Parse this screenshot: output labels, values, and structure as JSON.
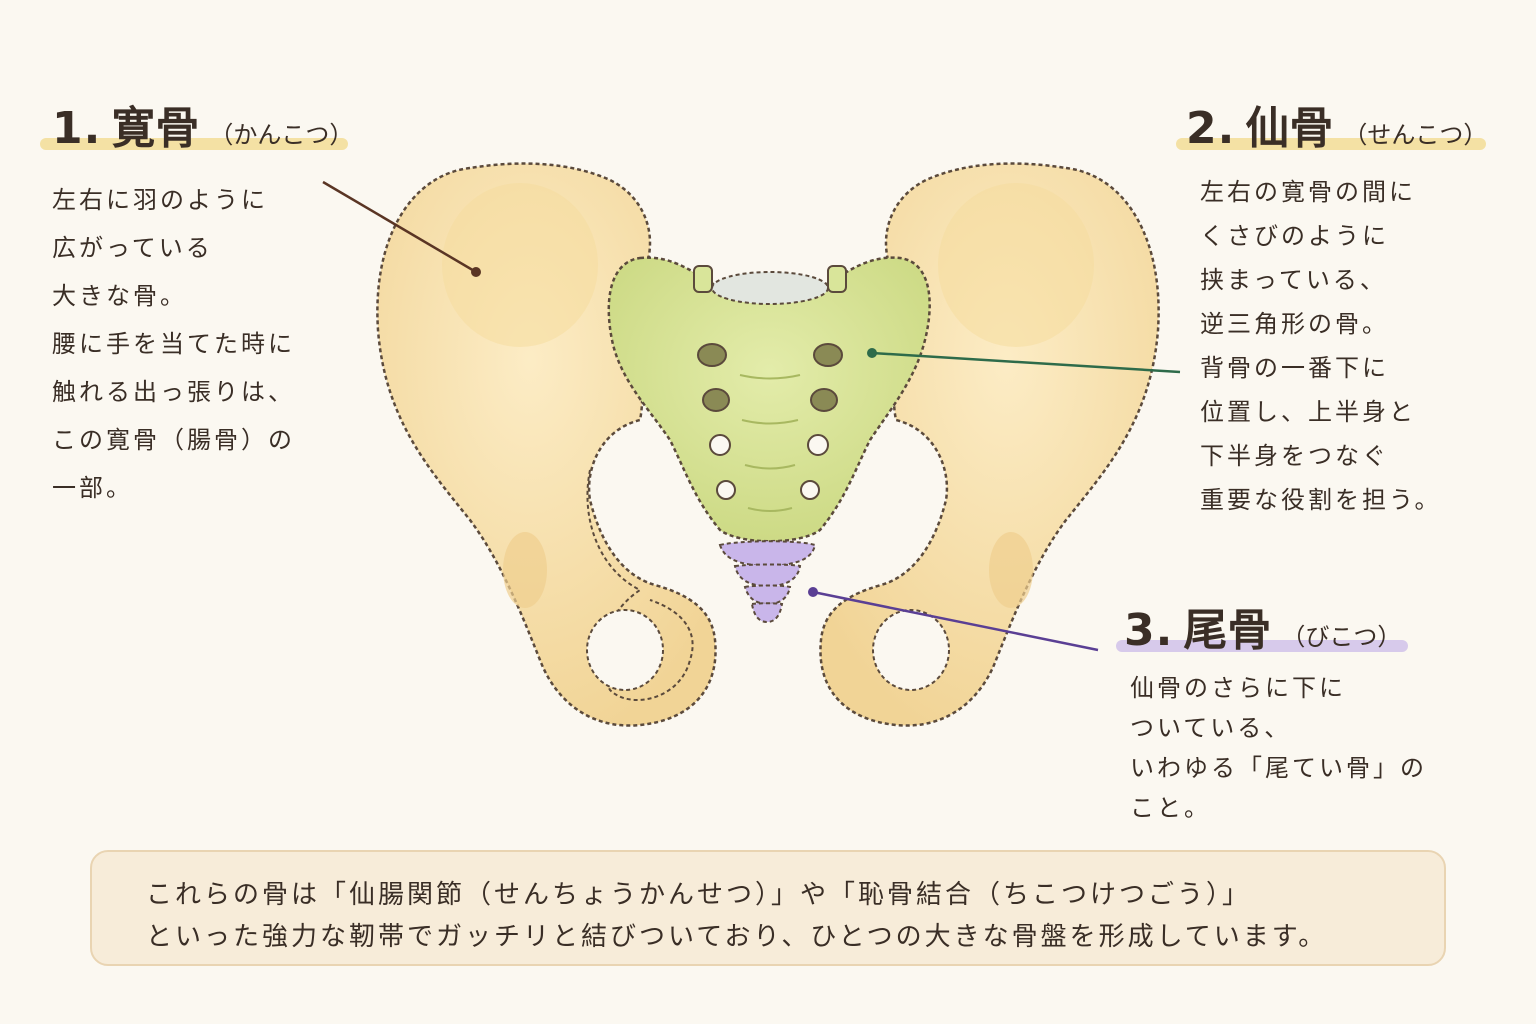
{
  "labels": {
    "ilium": {
      "number": "1.",
      "name": "寛骨",
      "reading": "（かんこつ）",
      "underline_color": "#f1d98a",
      "lines": [
        "左右に羽のように",
        "広がっている",
        "大きな骨。",
        "腰に手を当てた時に",
        "触れる出っ張りは、",
        "この寛骨（腸骨）の",
        "一部。"
      ]
    },
    "sacrum": {
      "number": "2.",
      "name": "仙骨",
      "reading": "（せんこつ）",
      "underline_color": "#f1d98a",
      "lines": [
        "左右の寛骨の間に",
        "くさびのように",
        "挟まっている、",
        "逆三角形の骨。",
        "背骨の一番下に",
        "位置し、上半身と",
        "下半身をつなぐ",
        "重要な役割を担う。"
      ]
    },
    "coccyx": {
      "number": "3.",
      "name": "尾骨",
      "reading": "（びこつ）",
      "underline_color": "#cbbbe8",
      "lines": [
        "仙骨のさらに下に",
        "ついている、",
        "いわゆる「尾てい骨」の",
        "こと。"
      ]
    }
  },
  "summary": {
    "line1": "これらの骨は「仙腸関節（せんちょうかんせつ）」や「恥骨結合（ちこつけつごう）」",
    "line2": "といった強力な靭帯でガッチリと結びついており、ひとつの大きな骨盤を形成しています。"
  },
  "colors": {
    "hip_bone": "#f8e3b0",
    "hip_bone_shade": "#efcf8e",
    "sacrum": "#d9e59a",
    "coccyx": "#c9b6ea",
    "outline": "#5b4a3c",
    "leader_ilium": "#5a3524",
    "leader_sacrum": "#2e6b4a",
    "leader_coccyx": "#5a3f94"
  }
}
